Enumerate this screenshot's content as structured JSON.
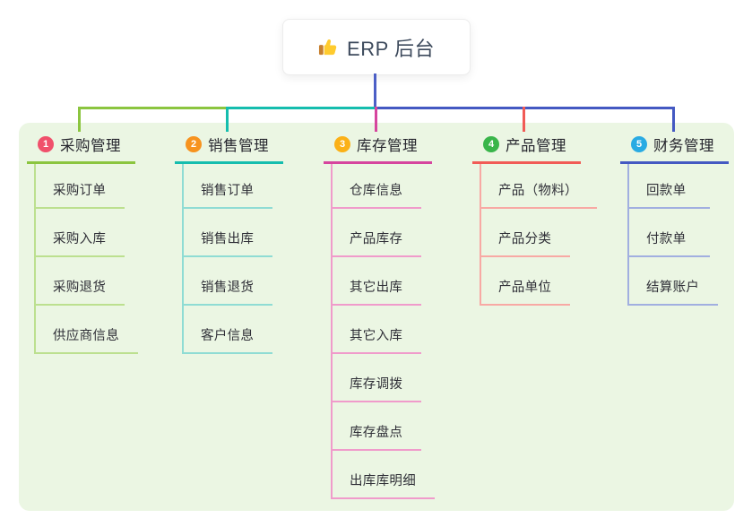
{
  "root": {
    "label": "ERP 后台",
    "icon": "thumbs-up-icon",
    "box_color": "#ffffff",
    "text_color": "#3d4a5c",
    "connector_color": "#4C5FC6"
  },
  "panel": {
    "background": "#EBF6E3"
  },
  "branches": [
    {
      "num": "1",
      "title": "采购管理",
      "badge_color": "#F0506B",
      "line_color": "#8BC53F",
      "child_line_color": "#BCE08F",
      "children": [
        "采购订单",
        "采购入库",
        "采购退货",
        "供应商信息"
      ]
    },
    {
      "num": "2",
      "title": "销售管理",
      "badge_color": "#F7931E",
      "line_color": "#15BDAE",
      "child_line_color": "#8FDCD4",
      "children": [
        "销售订单",
        "销售出库",
        "销售退货",
        "客户信息"
      ]
    },
    {
      "num": "3",
      "title": "库存管理",
      "badge_color": "#FBB117",
      "line_color": "#D6459E",
      "child_line_color": "#F09BCB",
      "children": [
        "仓库信息",
        "产品库存",
        "其它出库",
        "其它入库",
        "库存调拨",
        "库存盘点",
        "出库库明细"
      ]
    },
    {
      "num": "4",
      "title": "产品管理",
      "badge_color": "#39B54A",
      "line_color": "#F15B56",
      "child_line_color": "#F8A9A4",
      "children": [
        "产品（物料）",
        "产品分类",
        "产品单位"
      ]
    },
    {
      "num": "5",
      "title": "财务管理",
      "badge_color": "#29ABE3",
      "line_color": "#4459C2",
      "child_line_color": "#A1AFE0",
      "children": [
        "回款单",
        "付款单",
        "结算账户"
      ]
    }
  ]
}
